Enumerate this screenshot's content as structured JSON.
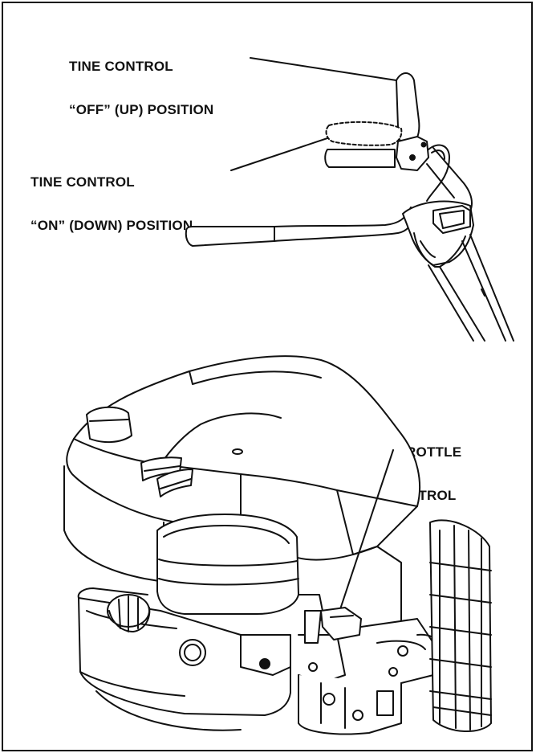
{
  "callouts": {
    "tine_off": {
      "line1": "TINE CONTROL",
      "line2": "“OFF” (UP) POSITION"
    },
    "tine_on": {
      "line1": "TINE CONTROL",
      "line2": "“ON” (DOWN) POSITION"
    },
    "throttle": {
      "line1": "THROTTLE",
      "line2": "CONTROL"
    }
  },
  "colors": {
    "ink": "#111111",
    "paper": "#ffffff",
    "shade": "#d9d9d9"
  },
  "icons": [
    "handlebar-illustration",
    "engine-illustration"
  ]
}
